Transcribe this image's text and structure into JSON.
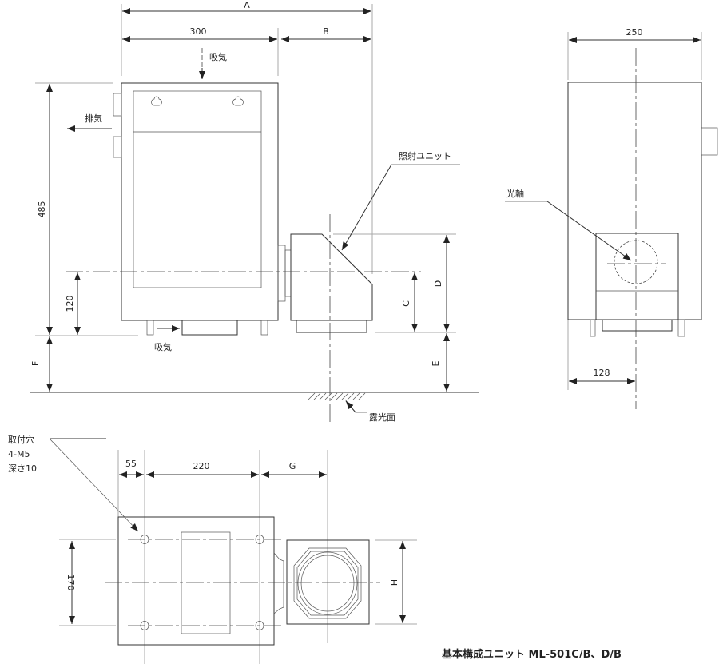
{
  "dimensions": {
    "A": "A",
    "B": "B",
    "C": "C",
    "D": "D",
    "E": "E",
    "F": "F",
    "G": "G",
    "H": "H",
    "w300": "300",
    "h485": "485",
    "h120": "120",
    "w250": "250",
    "w128": "128",
    "w55": "55",
    "w220": "220",
    "h170": "170"
  },
  "labels": {
    "intake_top": "吸気",
    "intake_bottom": "吸気",
    "exhaust": "排気",
    "irradiation_unit": "照射ユニット",
    "exposure_surface": "露光面",
    "optical_axis": "光軸",
    "mount_holes": [
      "取付穴",
      "4-M5",
      "深さ10"
    ]
  },
  "title": "基本構成ユニット ML-501C/B、D/B"
}
